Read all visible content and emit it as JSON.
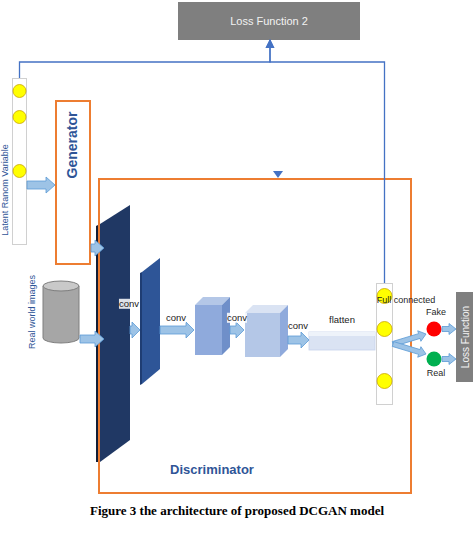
{
  "diagram": {
    "caption": "Figure 3 the architecture of proposed DCGAN model",
    "nodes": [
      {
        "text": [
          "Loss Function 2"
        ]
      },
      {
        "text": [
          "Latent Ranom Variable"
        ]
      },
      {
        "text": [
          "Generator"
        ]
      },
      {
        "text": [
          "Real world images"
        ]
      },
      {
        "text": [
          "Discriminator"
        ]
      },
      {
        "text": [
          "Full connected"
        ],
        "in": 4
      },
      {
        "text": [
          "Fake"
        ]
      },
      {
        "text": [
          "Real"
        ]
      },
      {
        "text": [
          "Loss Function"
        ]
      }
    ],
    "edges": [
      {
        "from": 1,
        "to": 2,
        "arrow": "to"
      },
      {
        "from": 2,
        "to": 4,
        "arrow": "to"
      },
      {
        "from": 3,
        "to": 4,
        "arrow": "to"
      },
      {
        "from": 5,
        "to": 6,
        "arrow": "to"
      },
      {
        "from": 5,
        "to": 7,
        "arrow": "to"
      },
      {
        "from": 6,
        "to": 8,
        "arrow": "to"
      },
      {
        "from": 7,
        "to": 8,
        "arrow": "to"
      },
      {
        "from": 1,
        "to": 0,
        "arrow": "to"
      },
      {
        "from": 5,
        "to": 0,
        "arrow": "to"
      }
    ],
    "labels": [
      "conv",
      "conv",
      "conv",
      "conv",
      "flatten"
    ]
  }
}
